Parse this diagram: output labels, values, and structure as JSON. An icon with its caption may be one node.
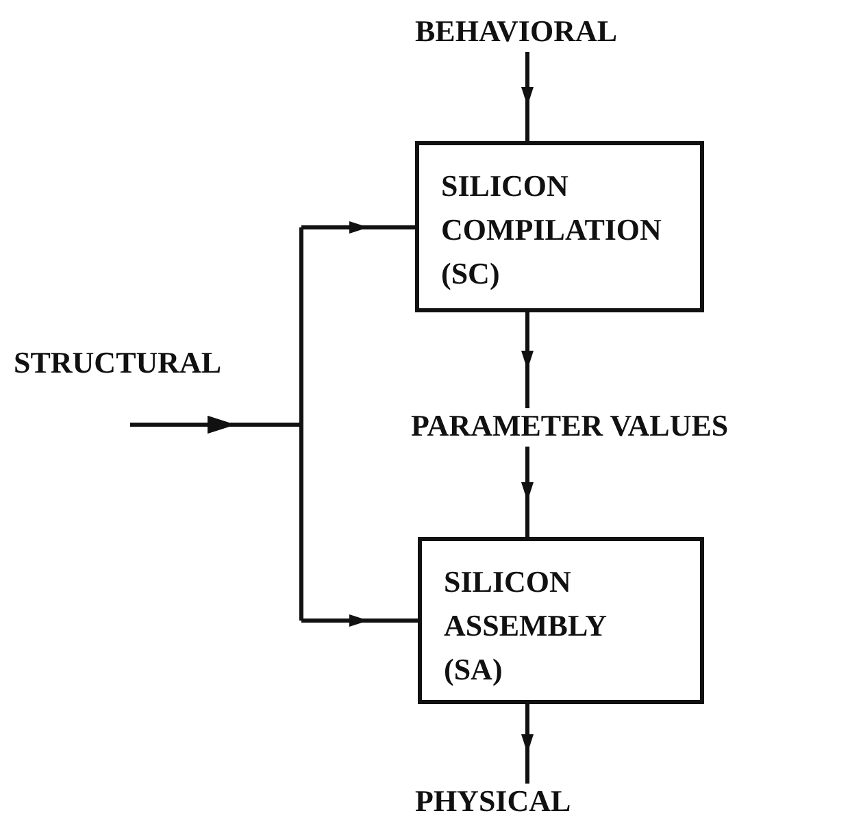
{
  "diagram": {
    "nodes": [
      {
        "text": [
          "BEHAVIORAL"
        ]
      },
      {
        "text": [
          "SILICON COMPILATION (SC)"
        ]
      },
      {
        "text": [
          "PARAMETER VALUES"
        ]
      },
      {
        "text": [
          "SILICON ASSEMBLY (SA)"
        ]
      },
      {
        "text": [
          "PHYSICAL"
        ]
      }
    ],
    "edges": [
      {
        "from": 0,
        "to": 1,
        "arrow": "to"
      },
      {
        "from": 1,
        "to": 2,
        "arrow": "to"
      },
      {
        "from": 2,
        "to": 3,
        "arrow": "to"
      },
      {
        "from": 3,
        "to": 4,
        "arrow": "to"
      },
      {
        "from": null,
        "to": 1,
        "arrow": "to"
      },
      {
        "from": null,
        "to": 3,
        "arrow": "to"
      }
    ],
    "labels": [
      "STRUCTURAL"
    ]
  }
}
